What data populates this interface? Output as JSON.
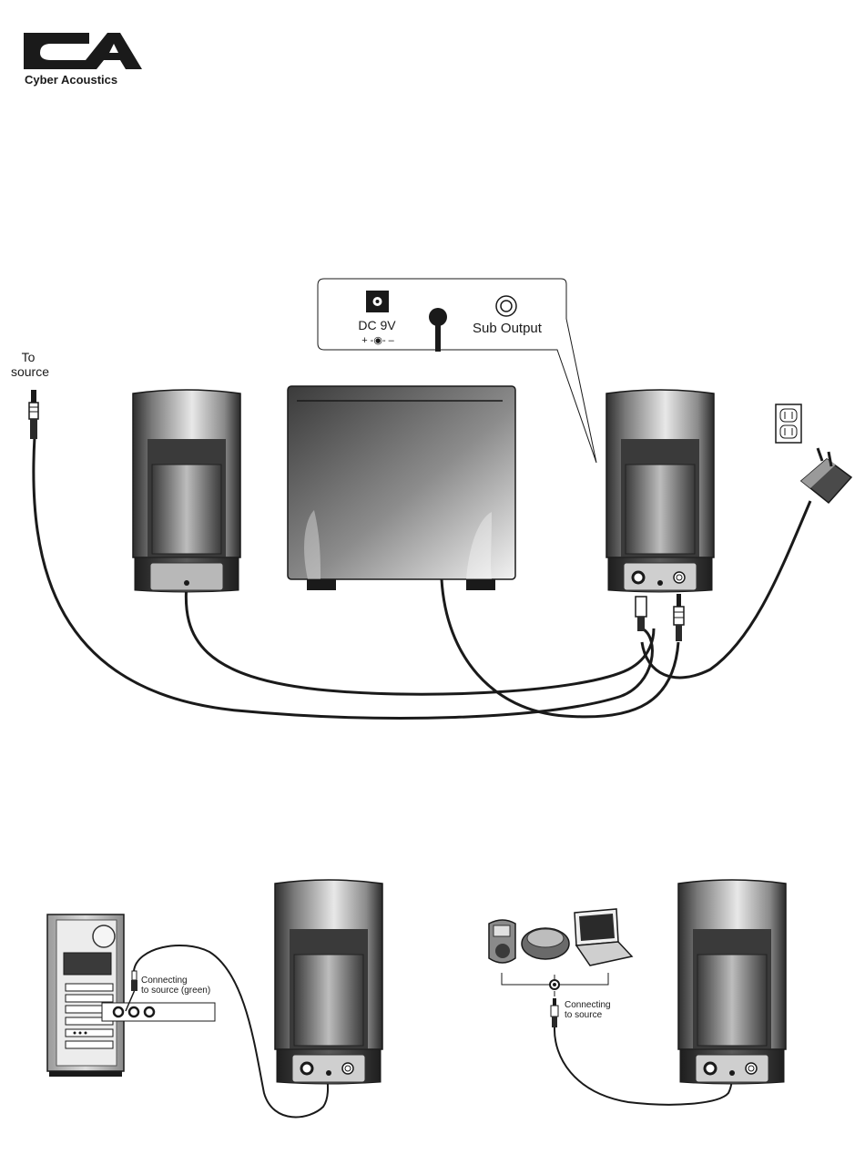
{
  "brand": {
    "logo_mark": "CA",
    "name": "Cyber Acoustics"
  },
  "main_diagram": {
    "to_source": [
      "To",
      "source"
    ],
    "dc_label": "DC 9V",
    "polarity": "+ -◉- –",
    "sub_output": "Sub Output"
  },
  "computer_setup": {
    "caption": [
      "Connecting",
      "to source (green)"
    ]
  },
  "portable_setup": {
    "caption": [
      "Connecting",
      "to source"
    ]
  },
  "colors": {
    "ink": "#1a1a1a",
    "speaker_dark": "#3a3a3a",
    "speaker_light": "#e6e6e6"
  }
}
